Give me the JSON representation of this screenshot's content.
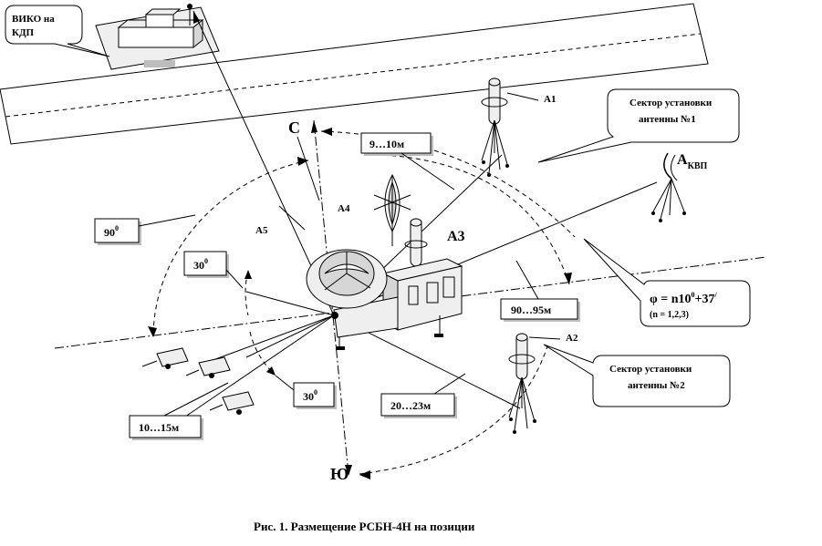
{
  "caption": "Рис. 1. Размещение РСБН-4Н на позиции",
  "labels": {
    "viko_line1": "ВИКО на",
    "viko_line2": "КДП",
    "north": "С",
    "south": "Ю",
    "a1": "А1",
    "a2": "А2",
    "a3": "А3",
    "a4": "А4",
    "a5": "А5",
    "a_kvp_main": "А",
    "a_kvp_sub": "КВП",
    "sector1_line1": "Сектор установки",
    "sector1_line2": "антенны №1",
    "sector2_line1": "Сектор установки",
    "sector2_line2": "антенны №2",
    "dist_9_10": "9…10м",
    "dist_90_95": "90…95м",
    "dist_20_23": "20…23м",
    "dist_10_15": "10…15м",
    "angle_90": "90",
    "angle_30_top": "30",
    "angle_30_bottom": "30",
    "degree_mark": "0",
    "phi_formula": "φ = n10",
    "phi_sup": "0",
    "phi_tail": "+37",
    "phi_prime": "/",
    "n_values": "(n = 1,2,3)"
  }
}
